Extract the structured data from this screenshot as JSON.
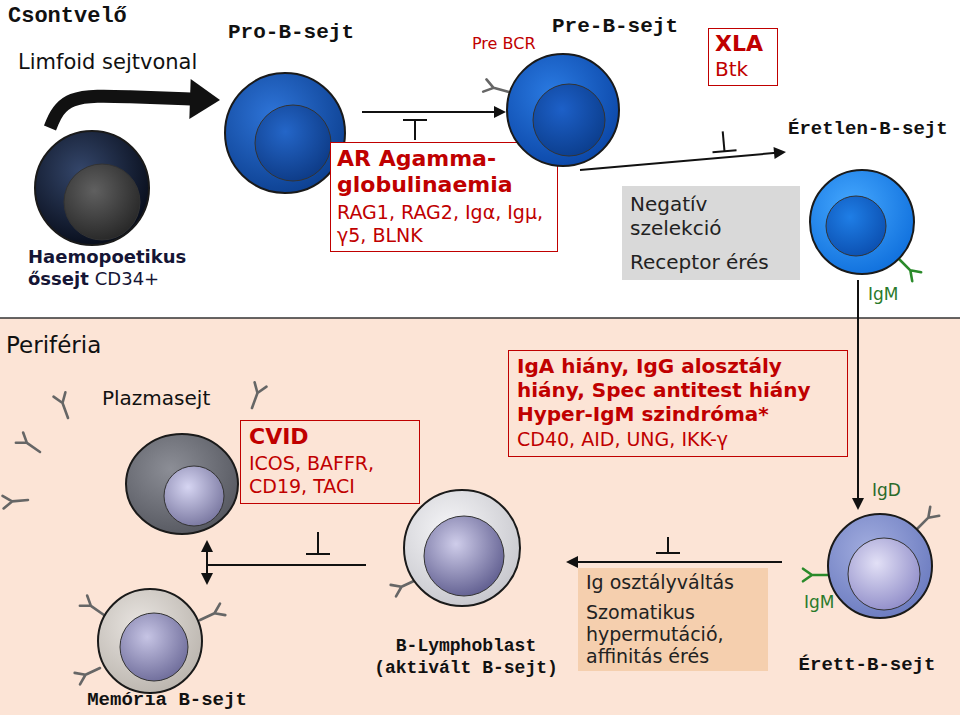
{
  "diagram": {
    "nodes": [
      {
        "text": [
          "Csontvelő"
        ]
      },
      {
        "text": [
          "Haemopoetikus őssejt",
          "CD34+"
        ],
        "in": 0
      },
      {
        "text": [
          "Pro-B-sejt"
        ],
        "in": 0
      },
      {
        "text": [
          "AR Agamma-globulinaemia",
          "RAG1, RAG2, Igα, Igμ, γ5, BLNK"
        ],
        "in": 0
      },
      {
        "text": [
          "Pre-B-sejt"
        ],
        "in": 0
      },
      {
        "text": [
          "XLA",
          "Btk"
        ],
        "in": 0
      },
      {
        "text": [
          "Negatív szelekció",
          "Receptor érés"
        ],
        "in": 0
      },
      {
        "text": [
          "Éretlen-B-sejt"
        ],
        "in": 0
      },
      {
        "text": [
          "Periféria"
        ]
      },
      {
        "text": [
          "Plazmasejt"
        ],
        "in": 8
      },
      {
        "text": [
          "CVID",
          "ICOS, BAFFR, CD19, TACI"
        ],
        "in": 8
      },
      {
        "text": [
          "IgA hiány, IgG alosztály hiány, Spec antitest hiány Hyper-IgM szindróma*",
          "CD40, AID, UNG, IKK-γ"
        ],
        "in": 8
      },
      {
        "text": [
          "B-Lymphoblast (aktivált B-sejt)"
        ],
        "in": 8
      },
      {
        "text": [
          "Ig osztályváltás",
          "Szomatikus hypermutáció, affinitás érés"
        ],
        "in": 8
      },
      {
        "text": [
          "Érett-B-sejt"
        ],
        "in": 8
      },
      {
        "text": [
          "Memória B-sejt"
        ],
        "in": 8
      }
    ],
    "edges": [
      {
        "from": 1,
        "to": 2,
        "arrow": "to"
      },
      {
        "from": 2,
        "to": 4,
        "arrow": "to"
      },
      {
        "from": 4,
        "to": 7,
        "arrow": "to"
      },
      {
        "from": 7,
        "to": 14,
        "arrow": "to"
      },
      {
        "from": 14,
        "to": 12,
        "arrow": "to"
      },
      {
        "from": 12,
        "to": 9,
        "arrow": "to"
      },
      {
        "from": 12,
        "to": 15,
        "arrow": "to"
      }
    ],
    "labels": [
      "Limfoid sejtvonal",
      "Pre BCR",
      "IgM",
      "IgD",
      "IgM"
    ]
  }
}
